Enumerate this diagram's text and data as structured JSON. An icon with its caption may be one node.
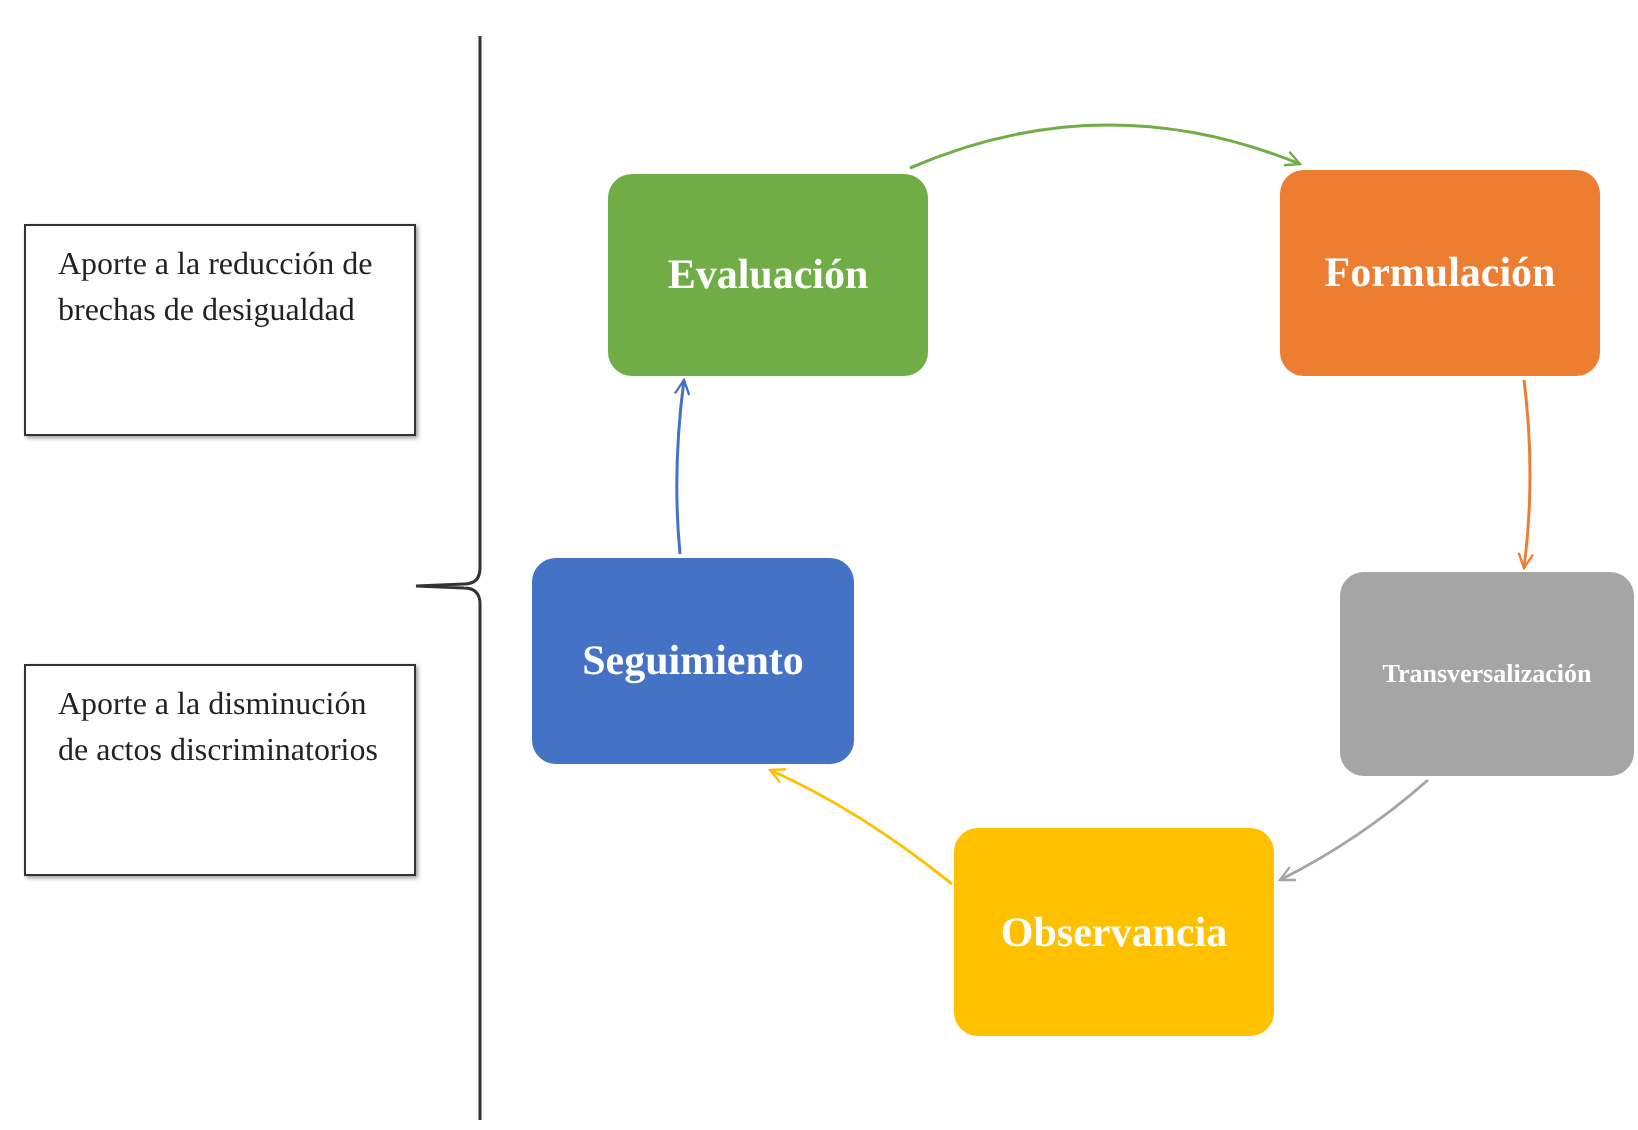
{
  "diagram": {
    "nodes": [
      {
        "text": [
          "Aporte a la reducción de brechas de desigualdad"
        ]
      },
      {
        "text": [
          "Aporte a la disminución de actos discriminatorios"
        ]
      },
      {
        "text": [
          "Evaluación"
        ]
      },
      {
        "text": [
          "Formulación"
        ]
      },
      {
        "text": [
          "Transversalización"
        ]
      },
      {
        "text": [
          "Seguimiento"
        ]
      },
      {
        "text": [
          "Observancia"
        ]
      }
    ],
    "edges": [
      {
        "from": 2,
        "to": 3,
        "arrow": "to",
        "color": "#70ad47"
      },
      {
        "from": 3,
        "to": 4,
        "arrow": "to",
        "color": "#ed7d31"
      },
      {
        "from": 4,
        "to": 6,
        "arrow": "to",
        "color": "#a5a5a5"
      },
      {
        "from": 6,
        "to": 5,
        "arrow": "to",
        "color": "#ffc000"
      },
      {
        "from": 5,
        "to": 2,
        "arrow": "to",
        "color": "#4472c4"
      }
    ]
  }
}
